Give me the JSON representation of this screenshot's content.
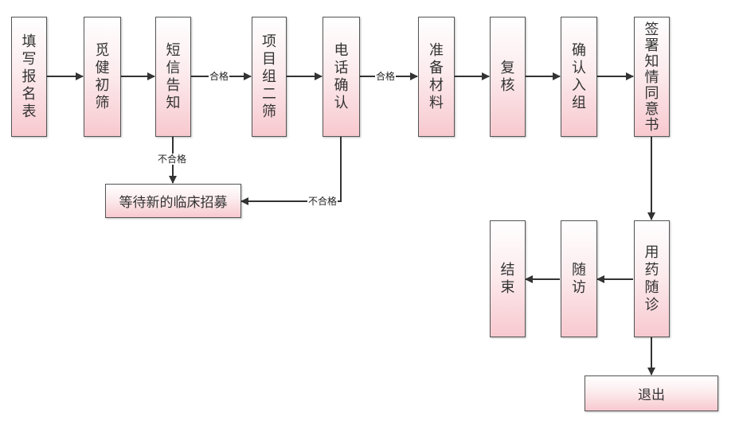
{
  "nodes": {
    "fill_form": "填写报名表",
    "prescreen": "觅健初筛",
    "sms": "短信告知",
    "project_screen": "项目组二筛",
    "phone": "电话确认",
    "prepare": "准备材料",
    "review": "复核",
    "enroll": "确认入组",
    "consent": "签署知情同意书",
    "wait": "等待新的临床招募",
    "medication": "用药随诊",
    "followup": "随访",
    "end": "结束",
    "exit": "退出"
  },
  "edge_labels": {
    "pass_1": "合格",
    "pass_2": "合格",
    "fail_1": "不合格",
    "fail_2": "不合格"
  },
  "colors": {
    "box_border": "#555555",
    "box_fill_top": "#ffffff",
    "box_fill_bottom": "#f7c9cf",
    "arrow": "#333333"
  }
}
